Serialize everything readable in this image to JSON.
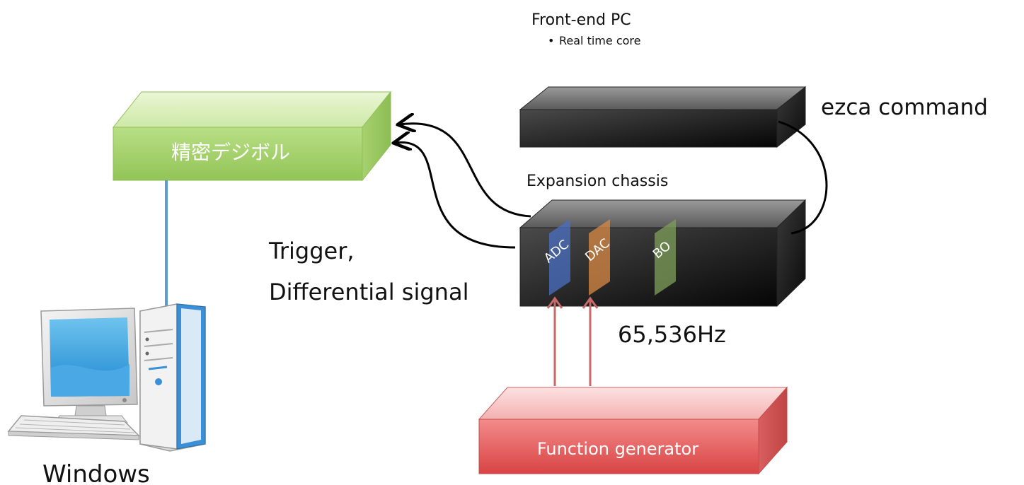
{
  "front_end": {
    "title": "Front-end PC",
    "bullet": "Real time core"
  },
  "ezca_label": "ezca command",
  "digital_box": {
    "label": "精密デジボル",
    "color": "#a6d36a"
  },
  "expansion": {
    "title": "Expansion chassis",
    "cards": [
      {
        "label": "ADC",
        "color": "#4b6fc1"
      },
      {
        "label": "DAC",
        "color": "#d98a45"
      },
      {
        "label": "BO",
        "color": "#7f9f5a"
      }
    ]
  },
  "trigger_label": {
    "line1": "Trigger,",
    "line2": "Differential signal"
  },
  "freq_label": "65,536Hz",
  "function_generator": {
    "label": "Function generator",
    "color": "#ef6a6a"
  },
  "windows_label": "Windows",
  "colors": {
    "link_blue": "#5b9bd5",
    "arrow_red": "#c96a6a"
  }
}
